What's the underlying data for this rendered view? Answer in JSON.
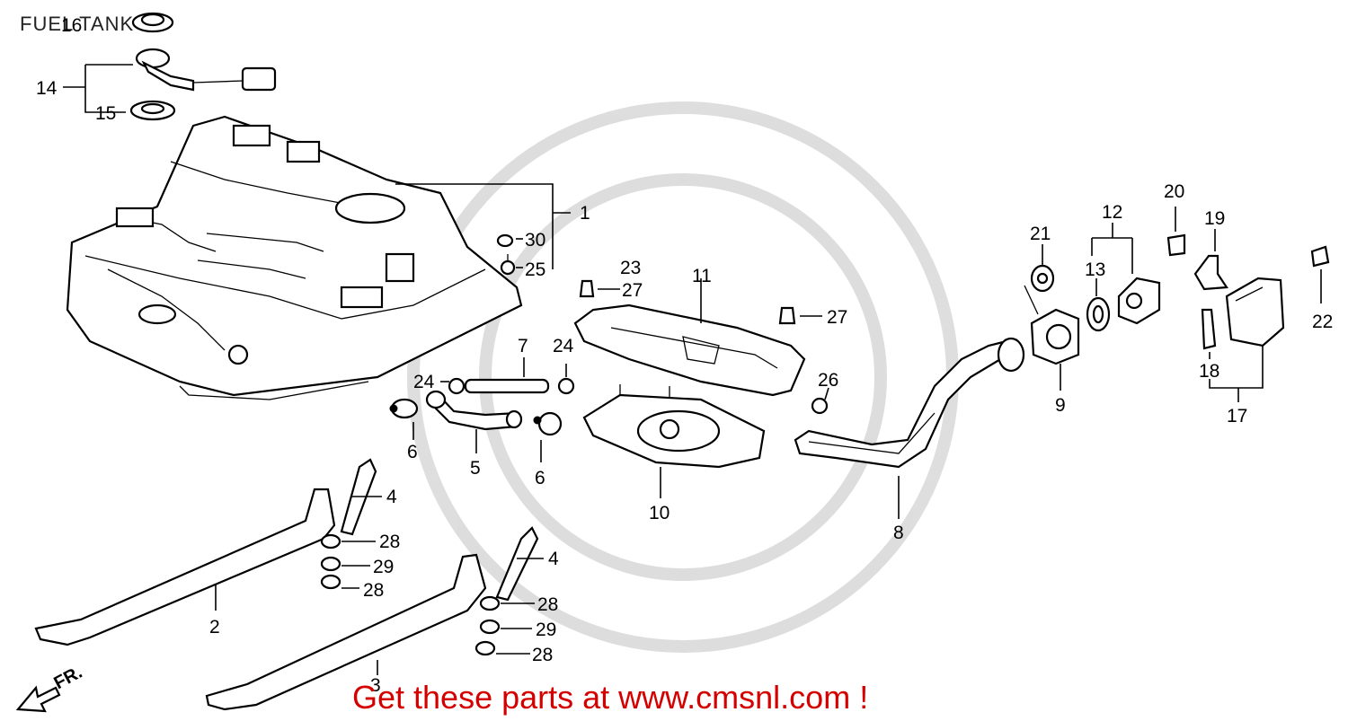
{
  "title": "FUEL TANK",
  "footer": "Get these parts at www.cmsnl.com !",
  "direction_label": "FR.",
  "callouts": {
    "c1": "1",
    "c2": "2",
    "c3": "3",
    "c4a": "4",
    "c4b": "4",
    "c5": "5",
    "c6a": "6",
    "c6b": "6",
    "c7": "7",
    "c8": "8",
    "c9": "9",
    "c10": "10",
    "c11": "11",
    "c12": "12",
    "c13": "13",
    "c14": "14",
    "c15": "15",
    "c16": "16",
    "c17": "17",
    "c18": "18",
    "c19": "19",
    "c20": "20",
    "c21": "21",
    "c22": "22",
    "c23": "23",
    "c24a": "24",
    "c24b": "24",
    "c25": "25",
    "c26": "26",
    "c27a": "27",
    "c27b": "27",
    "c28a": "28",
    "c28b": "28",
    "c28c": "28",
    "c28d": "28",
    "c29a": "29",
    "c29b": "29",
    "c30": "30"
  }
}
